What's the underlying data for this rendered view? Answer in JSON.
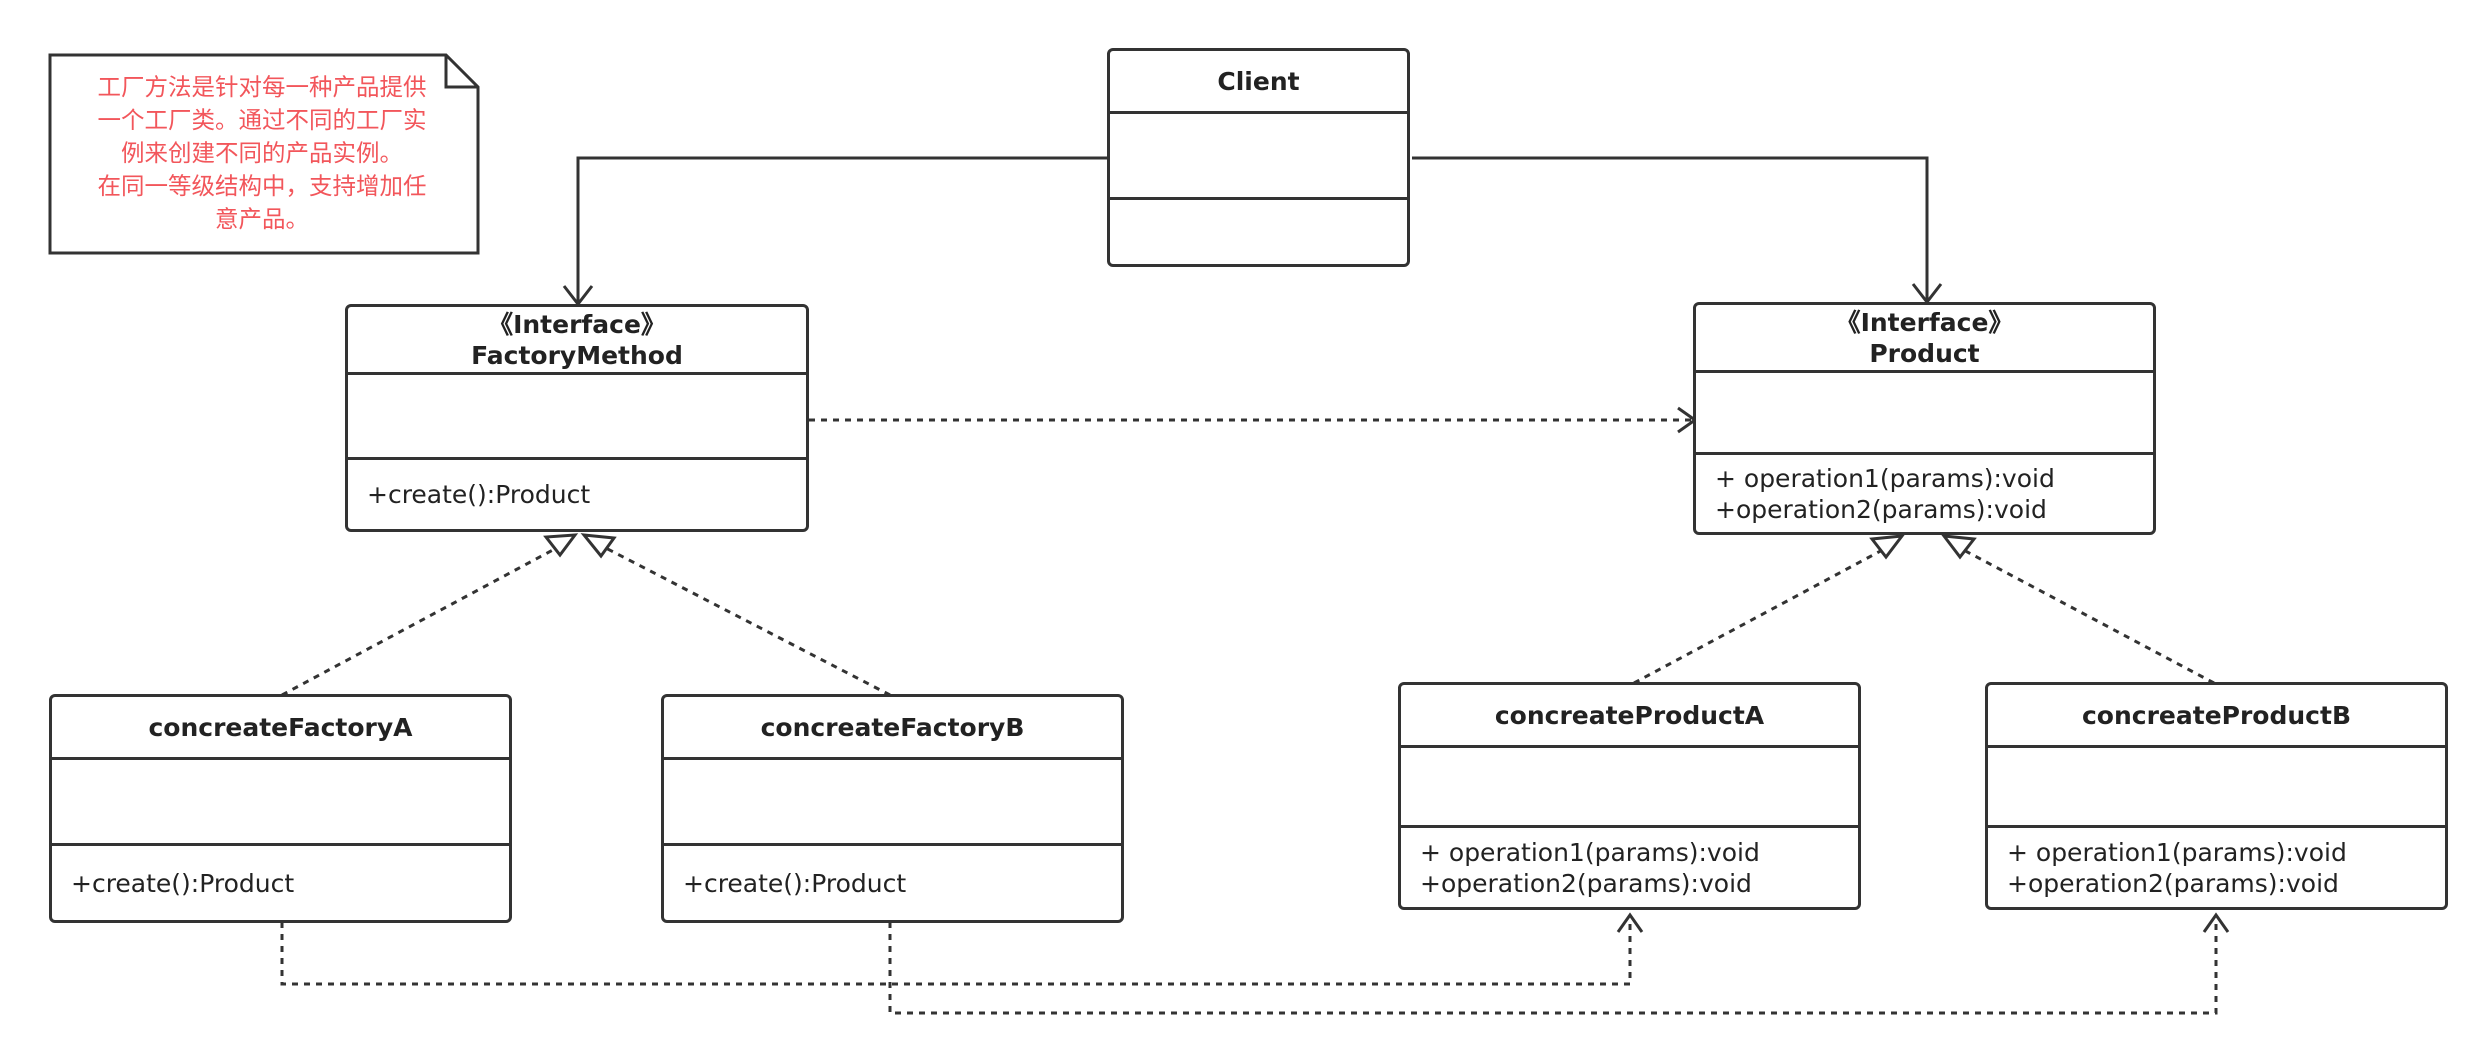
{
  "note": {
    "text": "工厂方法是针对每一种产品提供\n一个工厂类。通过不同的工厂实\n例来创建不同的产品实例。\n在同一等级结构中，支持增加任\n意产品。",
    "color": "#f2565b"
  },
  "classes": {
    "client": {
      "name": "Client"
    },
    "factory_method": {
      "stereotype": "《Interface》",
      "name": "FactoryMethod",
      "operations": [
        "+create():Product"
      ]
    },
    "product": {
      "stereotype": "《Interface》",
      "name": "Product",
      "operations": [
        "+ operation1(params):void",
        "+operation2(params):void"
      ]
    },
    "concrete_factory_a": {
      "name": "concreateFactoryA",
      "operations": [
        "+create():Product"
      ]
    },
    "concrete_factory_b": {
      "name": "concreateFactoryB",
      "operations": [
        "+create():Product"
      ]
    },
    "concrete_product_a": {
      "name": "concreateProductA",
      "operations": [
        "+ operation1(params):void",
        "+operation2(params):void"
      ]
    },
    "concrete_product_b": {
      "name": "concreateProductB",
      "operations": [
        "+ operation1(params):void",
        "+operation2(params):void"
      ]
    }
  },
  "colors": {
    "line": "#333333",
    "note_text": "#f2565b",
    "background": "#ffffff"
  }
}
